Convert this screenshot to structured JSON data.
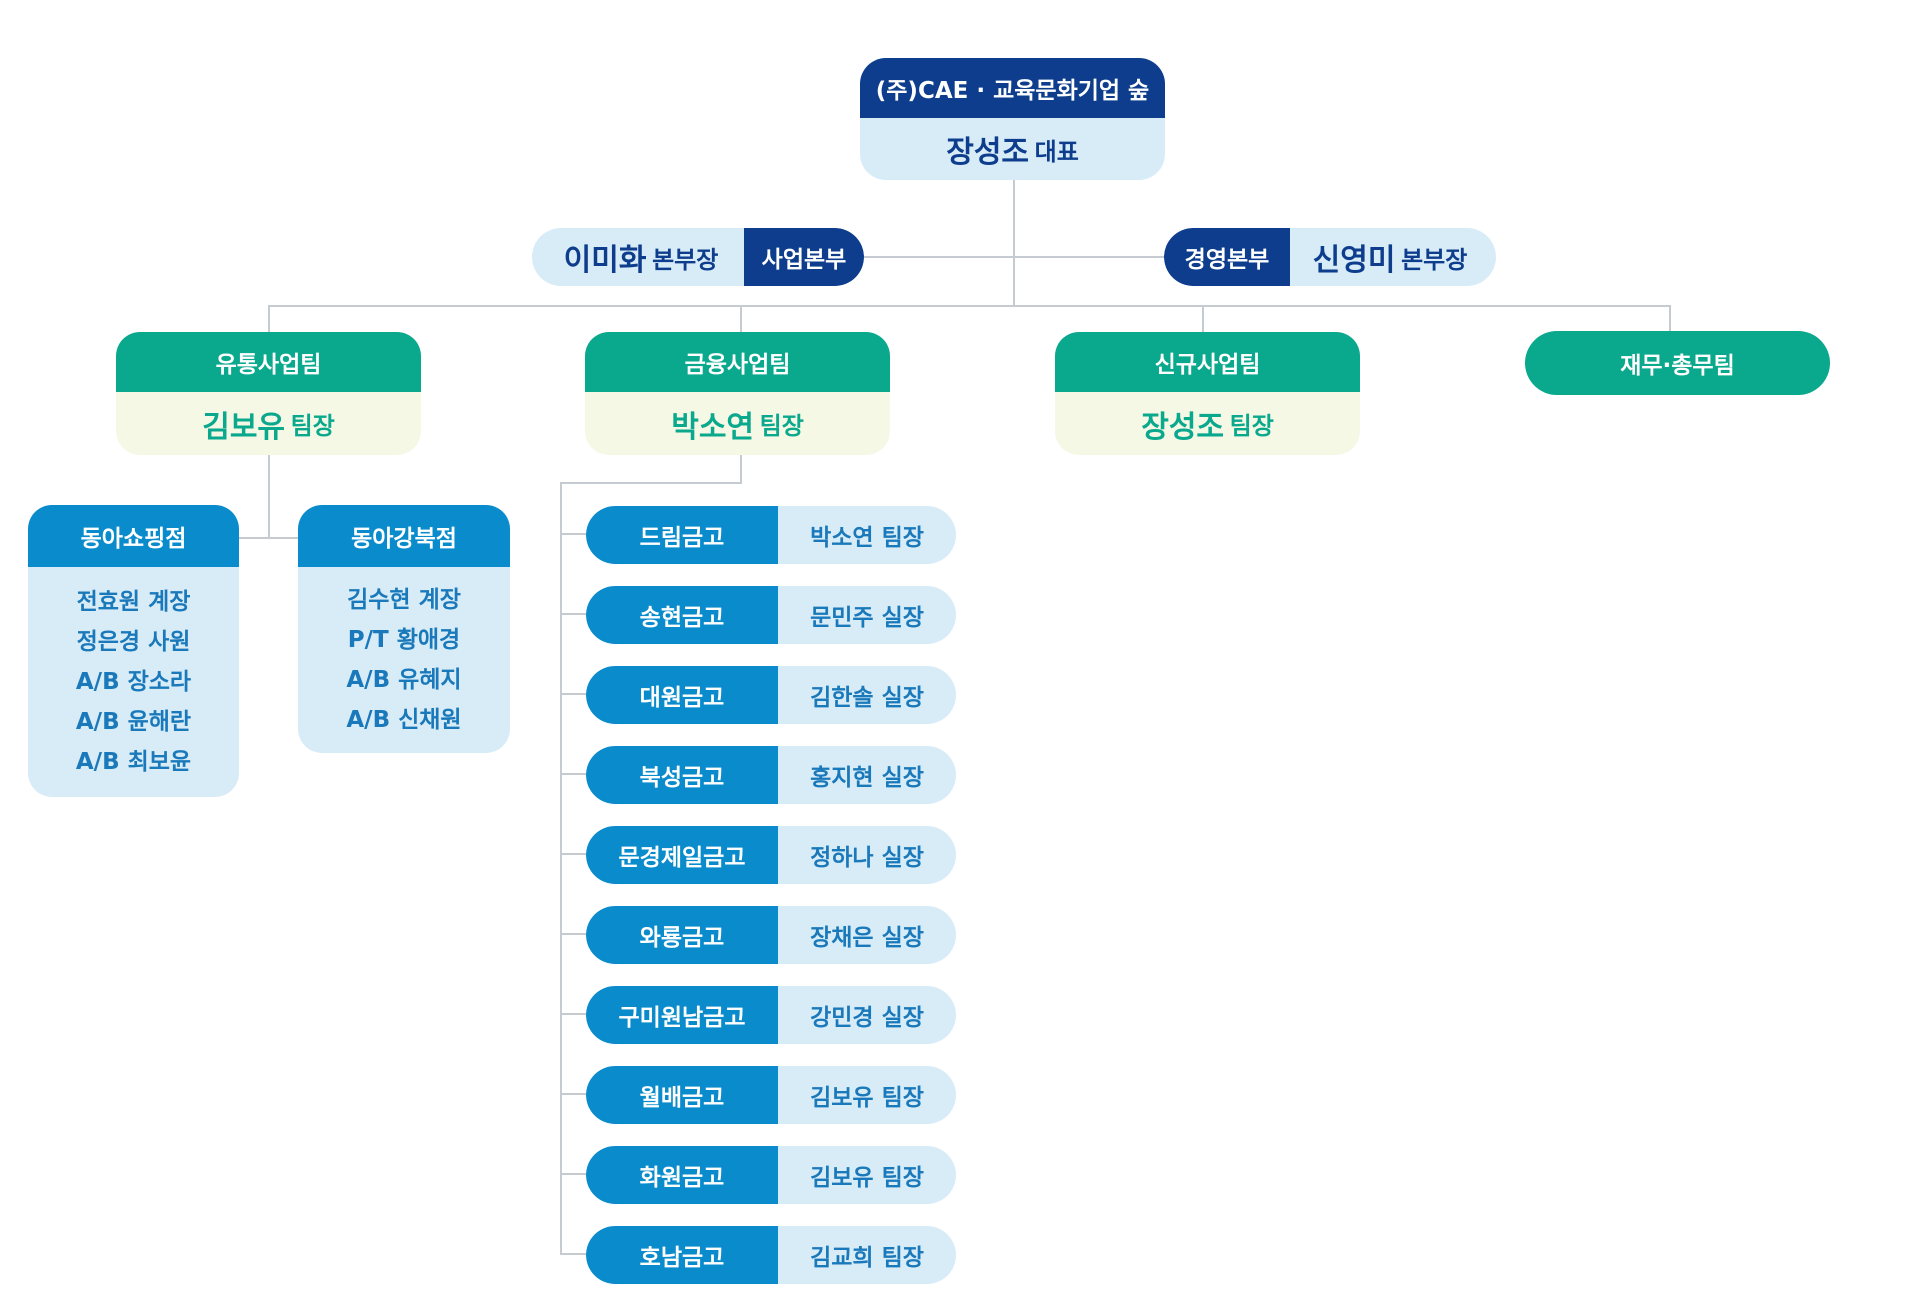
{
  "colors": {
    "navy": "#0d3d8c",
    "light_blue": "#d8ecf8",
    "green": "#0aa88c",
    "cream": "#f6f8e6",
    "blue": "#0a8ccc",
    "text_blue": "#1a79ba",
    "line": "#c5cbd0"
  },
  "ceo": {
    "org": "(주)CAE · 교육문화기업 숲",
    "name": "장성조",
    "role": "대표"
  },
  "business_division": {
    "name": "이미화",
    "role": "본부장",
    "label": "사업본부"
  },
  "management_division": {
    "label": "경영본부",
    "name": "신영미",
    "role": "본부장"
  },
  "teams": {
    "distribution": {
      "label": "유통사업팀",
      "name": "김보유",
      "role": "팀장"
    },
    "finance": {
      "label": "금융사업팀",
      "name": "박소연",
      "role": "팀장"
    },
    "new_business": {
      "label": "신규사업팀",
      "name": "장성조",
      "role": "팀장"
    },
    "accounting": {
      "label": "재무·총무팀"
    }
  },
  "stores": [
    {
      "label": "동아쇼핑점",
      "members": [
        "전효원 계장",
        "정은경 사원",
        "A/B 장소라",
        "A/B 윤해란",
        "A/B 최보윤"
      ]
    },
    {
      "label": "동아강북점",
      "members": [
        "김수현 계장",
        "P/T 황애경",
        "A/B 유혜지",
        "A/B 신채원"
      ]
    }
  ],
  "branches": [
    {
      "label": "드림금고",
      "manager": "박소연 팀장"
    },
    {
      "label": "송현금고",
      "manager": "문민주 실장"
    },
    {
      "label": "대원금고",
      "manager": "김한솔 실장"
    },
    {
      "label": "북성금고",
      "manager": "홍지현 실장"
    },
    {
      "label": "문경제일금고",
      "manager": "정하나 실장"
    },
    {
      "label": "와룡금고",
      "manager": "장채은 실장"
    },
    {
      "label": "구미원남금고",
      "manager": "강민경 실장"
    },
    {
      "label": "월배금고",
      "manager": "김보유 팀장"
    },
    {
      "label": "화원금고",
      "manager": "김보유 팀장"
    },
    {
      "label": "호남금고",
      "manager": "김교희 팀장"
    }
  ]
}
